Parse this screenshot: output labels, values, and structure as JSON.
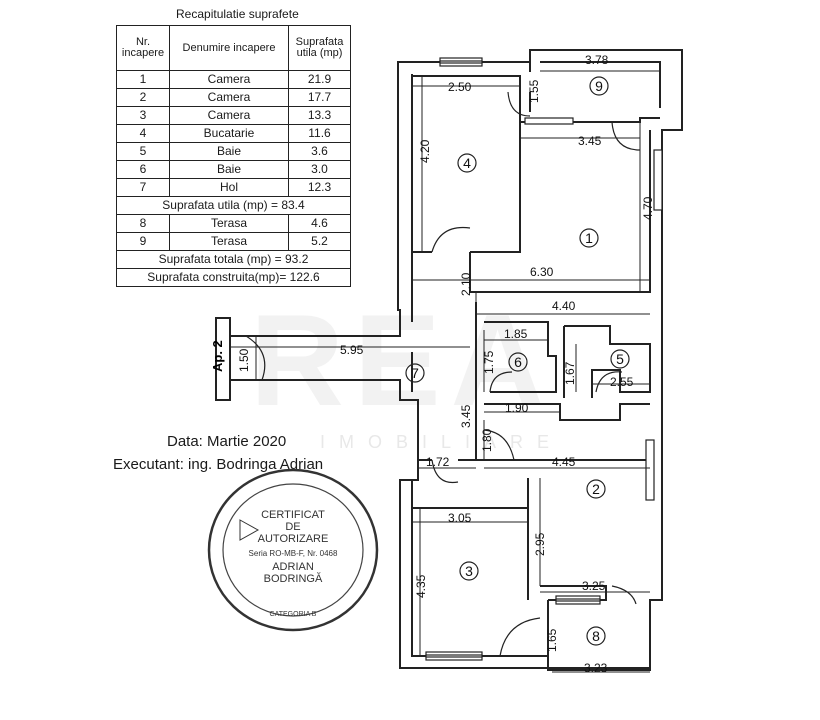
{
  "table": {
    "title": "Recapitulatie suprafete",
    "headers": [
      "Nr. incapere",
      "Denumire incapere",
      "Suprafata utila (mp)"
    ],
    "rows": [
      {
        "nr": "1",
        "name": "Camera",
        "area": "21.9"
      },
      {
        "nr": "2",
        "name": "Camera",
        "area": "17.7"
      },
      {
        "nr": "3",
        "name": "Camera",
        "area": "13.3"
      },
      {
        "nr": "4",
        "name": "Bucatarie",
        "area": "11.6"
      },
      {
        "nr": "5",
        "name": "Baie",
        "area": "3.6"
      },
      {
        "nr": "6",
        "name": "Baie",
        "area": "3.0"
      },
      {
        "nr": "7",
        "name": "Hol",
        "area": "12.3"
      }
    ],
    "useful_total": "Suprafata utila (mp) = 83.4",
    "terrace_rows": [
      {
        "nr": "8",
        "name": "Terasa",
        "area": "4.6"
      },
      {
        "nr": "9",
        "name": "Terasa",
        "area": "5.2"
      }
    ],
    "total": "Suprafata totala (mp) = 93.2",
    "built": "Suprafata construita(mp)= 122.6"
  },
  "info": {
    "date": "Data: Martie 2020",
    "executant": "Executant: ing. Bodringa Adrian"
  },
  "stamp": {
    "line1": "CERTIFICAT",
    "line2": "DE",
    "line3": "AUTORIZARE",
    "line4": "Seria RO-MB-F, Nr. 0468",
    "line5": "ADRIAN",
    "line6": "BODRINGĂ",
    "line7": "CATEGORIA B"
  },
  "watermark": {
    "brand": "REA",
    "sub": "IMOBILIARE"
  },
  "plan": {
    "apartment_label": "Ap. 2",
    "room_numbers": [
      "1",
      "2",
      "3",
      "4",
      "5",
      "6",
      "7",
      "8",
      "9"
    ],
    "dimensions": [
      "3.78",
      "1.55",
      "2.50",
      "3.45",
      "4.20",
      "4.70",
      "6.30",
      "2.10",
      "4.40",
      "1.85",
      "1.75",
      "1.67",
      "2.55",
      "5.95",
      "1.50",
      "3.45",
      "1.90",
      "1.80",
      "1.72",
      "4.45",
      "3.05",
      "2.95",
      "4.35",
      "3.25",
      "1.65",
      "3.23"
    ]
  }
}
